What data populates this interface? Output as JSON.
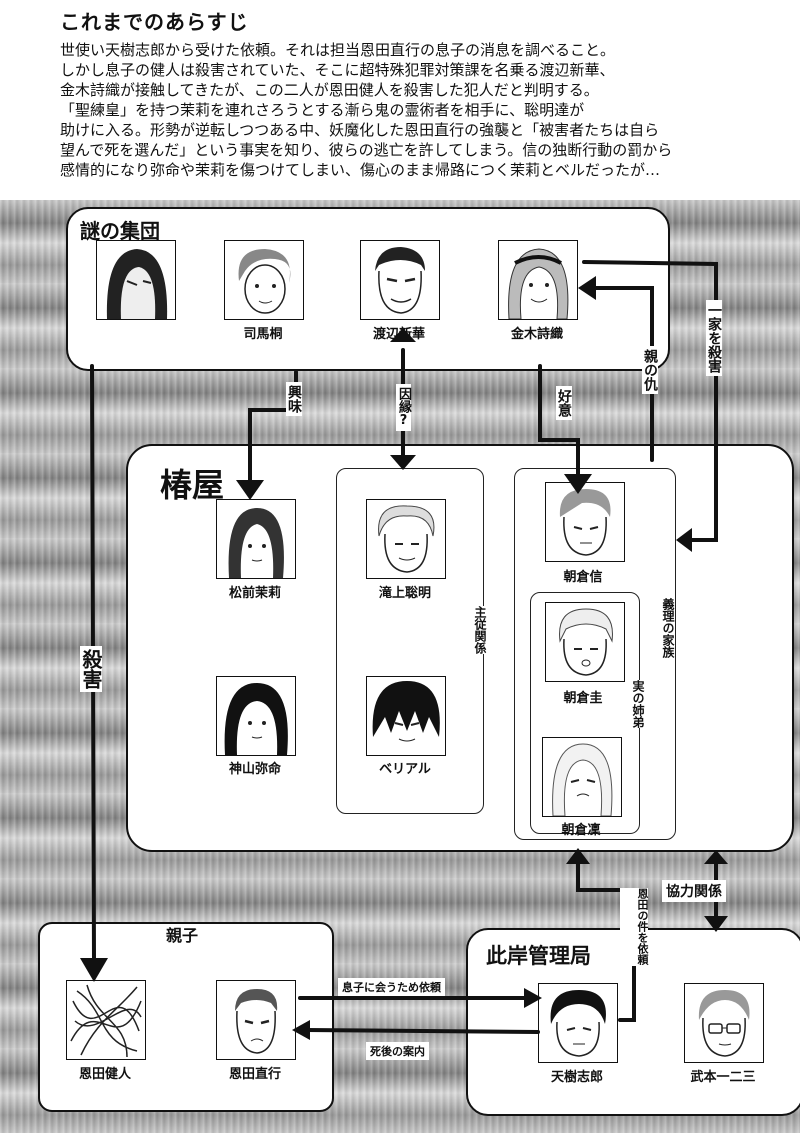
{
  "synopsis": {
    "title": "これまでのあらすじ",
    "lines": [
      "世使い天樹志郎から受けた依頼。それは担当恩田直行の息子の消息を調べること。",
      "しかし息子の健人は殺害されていた、そこに超特殊犯罪対策課を名乗る渡辺新華、",
      "金木詩織が接触してきたが、この二人が恩田健人を殺害した犯人だと判明する。",
      "「聖練皇」を持つ茉莉を連れさろうとする漸ら鬼の霊術者を相手に、聡明達が",
      "助けに入る。形勢が逆転しつつある中、妖魔化した恩田直行の強襲と「被害者たちは自ら",
      "望んで死を選んだ」という事実を知り、彼らの逃亡を許してしまう。信の独断行動の罰から",
      "感情的になり弥命や茉莉を傷つけてしまい、傷心のまま帰路につく茉莉とベルだったが…"
    ]
  },
  "groups": {
    "nazo": "謎の集団",
    "tsubakiya": "椿屋",
    "oyako": "親子",
    "higan": "此岸管理局"
  },
  "characters": {
    "hooded": "",
    "shibatou": "司馬桐",
    "watanabe": "渡辺新華",
    "kaneki": "金木詩織",
    "matsumae": "松前茉莉",
    "takigami": "滝上聡明",
    "asakura_shin": "朝倉信",
    "asakura_kei": "朝倉圭",
    "asakura_rin": "朝倉凜",
    "kamiyama": "神山弥命",
    "beriaru": "ベリアル",
    "onda_kento": "恩田健人",
    "onda_naoyuki": "恩田直行",
    "amaki": "天樹志郎",
    "takemoto": "武本一二三"
  },
  "relations": {
    "kyoumi": "興味",
    "innen": "因縁?",
    "koui": "好意",
    "oya_no_kataki": "親の仇",
    "ikka_satsugai": "一家を殺害",
    "satsugai": "殺害",
    "shujuu": "主従関係",
    "giri_kazoku": "義理の家族",
    "jitsu_kyoudai": "実の姉弟",
    "onda_irai": "恩田の件を依頼",
    "kyouryoku": "協力関係",
    "musuko_irai": "息子に会うため依頼",
    "shigo_annai": "死後の案内"
  },
  "colors": {
    "ink": "#111111",
    "paper": "#ffffff"
  }
}
